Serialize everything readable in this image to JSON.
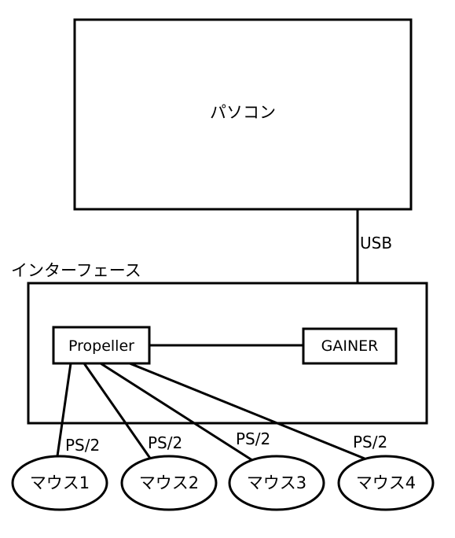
{
  "nodes": {
    "pc": {
      "label": "パソコン"
    },
    "interface": {
      "label": "インターフェース"
    },
    "propeller": {
      "label": "Propeller"
    },
    "gainer": {
      "label": "GAINER"
    },
    "mice": [
      {
        "label": "マウス1"
      },
      {
        "label": "マウス2"
      },
      {
        "label": "マウス3"
      },
      {
        "label": "マウス4"
      }
    ]
  },
  "connections": {
    "usb": {
      "label": "USB"
    },
    "ps2": [
      {
        "label": "PS/2"
      },
      {
        "label": "PS/2"
      },
      {
        "label": "PS/2"
      },
      {
        "label": "PS/2"
      }
    ]
  }
}
